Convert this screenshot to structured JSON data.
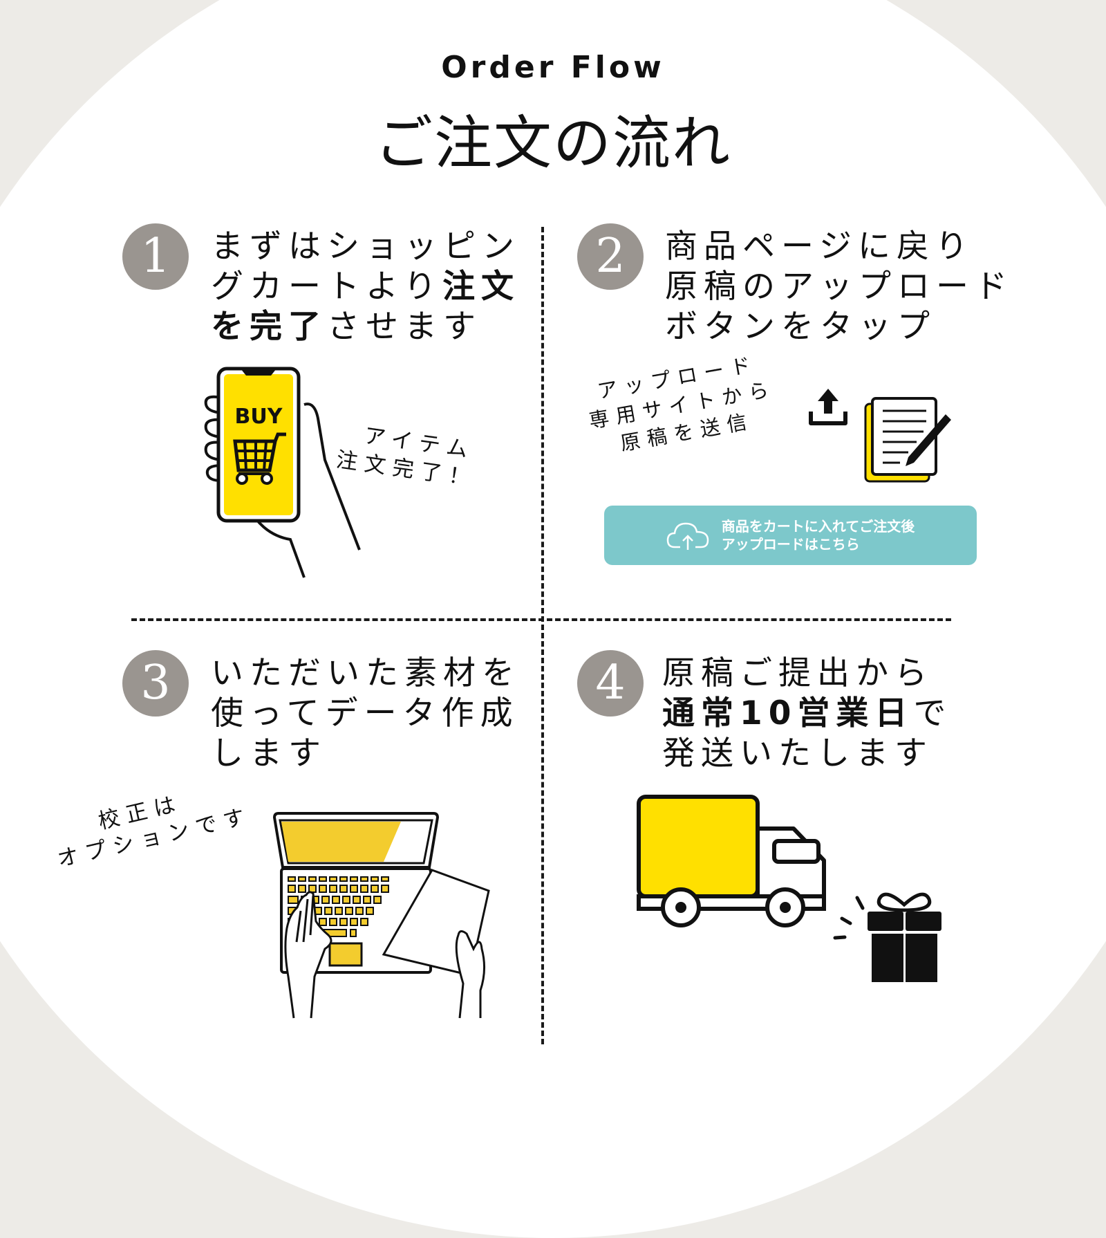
{
  "header": {
    "title_en": "Order Flow",
    "title_jp": "ご注文の流れ"
  },
  "colors": {
    "background": "#EDEBE7",
    "panel": "#FFFFFF",
    "badge": "#9A9590",
    "accent_yellow": "#FFE000",
    "button_teal": "#7DC8CB",
    "ink": "#111111"
  },
  "steps": [
    {
      "number": "1",
      "lines": [
        {
          "parts": [
            {
              "text": "まずはショッピン",
              "bold": false
            }
          ]
        },
        {
          "parts": [
            {
              "text": "グカートより",
              "bold": false
            },
            {
              "text": "注文",
              "bold": true
            }
          ]
        },
        {
          "parts": [
            {
              "text": "を完了",
              "bold": true
            },
            {
              "text": "させます",
              "bold": false
            }
          ]
        }
      ],
      "note": [
        "アイテム",
        "注文完了！"
      ],
      "illustration": {
        "icon": "phone-buy-cart-icon",
        "screen_label": "BUY"
      }
    },
    {
      "number": "2",
      "lines": [
        {
          "parts": [
            {
              "text": "商品ページに戻り",
              "bold": false
            }
          ]
        },
        {
          "parts": [
            {
              "text": "原稿のアップロード",
              "bold": false
            }
          ]
        },
        {
          "parts": [
            {
              "text": "ボタンをタップ",
              "bold": false
            }
          ]
        }
      ],
      "note": [
        "アップロード",
        "専用サイトから",
        "原稿を送信"
      ],
      "illustration": {
        "icons": [
          "upload-arrow-icon",
          "document-pencil-icon"
        ]
      },
      "button": {
        "icon": "cloud-upload-icon",
        "line1": "商品をカートに入れてご注文後",
        "line2": "アップロードはこちら"
      }
    },
    {
      "number": "3",
      "lines": [
        {
          "parts": [
            {
              "text": "いただいた素材を",
              "bold": false
            }
          ]
        },
        {
          "parts": [
            {
              "text": "使ってデータ作成",
              "bold": false
            }
          ]
        },
        {
          "parts": [
            {
              "text": "します",
              "bold": false
            }
          ]
        }
      ],
      "note": [
        "校正は",
        "オプションです"
      ],
      "illustration": {
        "icon": "laptop-typing-icon"
      }
    },
    {
      "number": "4",
      "lines": [
        {
          "parts": [
            {
              "text": "原稿ご提出から",
              "bold": false
            }
          ]
        },
        {
          "parts": [
            {
              "text": "通常10営業日",
              "bold": true
            },
            {
              "text": "で",
              "bold": false
            }
          ]
        },
        {
          "parts": [
            {
              "text": "発送いたします",
              "bold": false
            }
          ]
        }
      ],
      "illustration": {
        "icons": [
          "delivery-truck-icon",
          "gift-box-icon"
        ]
      }
    }
  ]
}
